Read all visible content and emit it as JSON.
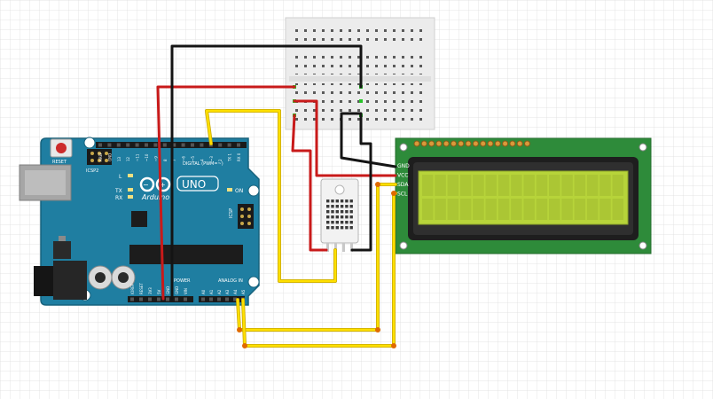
{
  "arduino": {
    "reset_label": "RESET",
    "icsp2_label": "ICSP2",
    "l_label": "L",
    "tx_label": "TX",
    "rx_label": "RX",
    "brand_label": "Arduino",
    "uno_label": "UNO",
    "on_label": "ON",
    "icsp_label": "ICSP",
    "digital_label": "DIGITAL (PWM=~)",
    "power_label": "POWER",
    "analog_label": "ANALOG IN",
    "digital_pins": [
      "AREF",
      "GND",
      "13",
      "12",
      "~11",
      "~10",
      "~9",
      "8",
      "7",
      "~6",
      "~5",
      "4",
      "~3",
      "2",
      "TX 1",
      "RX 0"
    ],
    "power_pins": [
      "IOREF",
      "RESET",
      "3V3",
      "5V",
      "GND",
      "GND",
      "VIN"
    ],
    "analog_pins": [
      "A0",
      "A1",
      "A2",
      "A3",
      "A4",
      "A5"
    ]
  },
  "lcd": {
    "pin_labels": [
      "GND",
      "VCC",
      "SDA",
      "SCL"
    ]
  },
  "colors": {
    "grid": "#dcdcdc",
    "board": "#1f7ea1",
    "board_dark": "#17627d",
    "lcd_pcb": "#2e8b3a",
    "lcd_screen": "#b7d43a",
    "breadboard": "#ececec",
    "sensor": "#f2f2f2",
    "wire_red": "#c81a1a",
    "wire_black": "#141414",
    "wire_yellow": "#ffe000",
    "wire_yellow_edge": "#c9a800"
  }
}
